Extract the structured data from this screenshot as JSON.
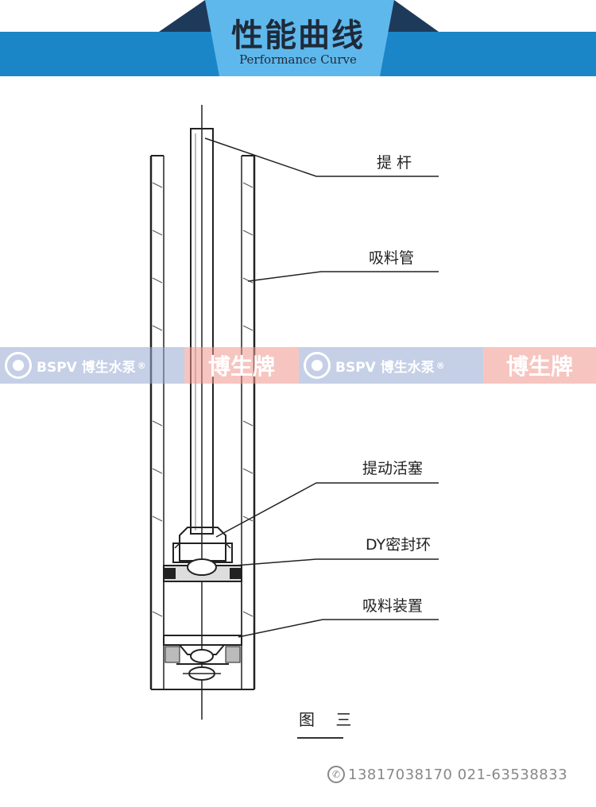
{
  "header": {
    "title": "性能曲线",
    "subtitle": "Performance Curve"
  },
  "diagram": {
    "labels": {
      "lift_rod": "提 杆",
      "suction_pipe": "吸料管",
      "lift_piston": "提动活塞",
      "seal_ring": "DY密封环",
      "suction_device": "吸料装置"
    },
    "caption": "图 三"
  },
  "watermark": {
    "brand_en": "BSPV 博生水泵",
    "brand_cn": "博生牌",
    "registered": "®"
  },
  "footer": {
    "phone_icon": "phone-icon",
    "contact": "13817038170  021-63538833"
  },
  "colors": {
    "header_blue": "#1a86c8",
    "header_tab_light": "#5fb8ec",
    "header_tab_dark": "#1e3a5a"
  }
}
